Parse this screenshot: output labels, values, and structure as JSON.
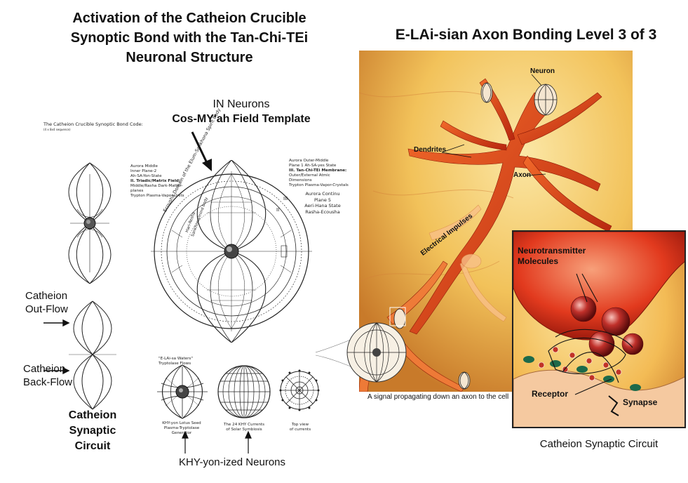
{
  "titles": {
    "main_line1": "Activation of the Catheion Crucible",
    "main_line2": "Synoptic Bond with the Tan-Chi-TEi",
    "main_line3": "Neuronal Structure",
    "right": "E-LAi-sian Axon Bonding Level 3 of 3"
  },
  "bond_code": {
    "title": "The Catheion Crucible Synoptic Bond Code:",
    "subtitle": "(4 x 8x4 sequence)"
  },
  "in_neurons": {
    "line1": "IN Neurons",
    "line2": "Cos-MY'ah Field Template"
  },
  "field_notes": {
    "left": [
      "Aurora Middle",
      "Inner Plane-2",
      "Ah-SA-Yon-State",
      "II. Triadic/Matrix Field:",
      "Middle/Rasha Dark-Matter-planes",
      "Trypton Plasma-Vapor-Units"
    ],
    "right_top": [
      "Aurora Outer-Middle",
      "Plane 1 Ah-SA-yes State",
      "III. Tan-Chi-TEi Membrane:",
      "Outer/External Atmic Dimensions",
      "Trypton Plasma-Vapor-Crystals"
    ],
    "right_mid": [
      "Aurora Continu",
      "Plane 5",
      "Aeri-Hana State",
      "Rasha-Ecousha"
    ],
    "arc_text": "Ecousha Domain of the Elum-Sankhona Spirit Body",
    "arc_small": [
      "Hari-Resha",
      "Sankhona/mind body"
    ],
    "roman_three": "III",
    "roman_two": "II"
  },
  "left_labels": {
    "outflow_1": "Catheion",
    "outflow_2": "Out-Flow",
    "backflow_1": "Catheion",
    "backflow_2": "Back-Flow",
    "circuit_1": "Catheion",
    "circuit_2": "Synaptic",
    "circuit_3": "Circuit"
  },
  "bottom_row": {
    "top_note_1": "\"E-LAi-sa Waters\"",
    "top_note_2": "Tryptolase Flows",
    "cap1": [
      "KHY-yon Lotus Seed",
      "Plasma-Tryptolase",
      "Generator"
    ],
    "cap2": [
      "The 24 KHY Currents",
      "of Solar Symbiosis"
    ],
    "cap3": [
      "Top view",
      "of currents"
    ],
    "label": "KHY-yon-ized Neurons"
  },
  "photo": {
    "neuron": "Neuron",
    "dendrites": "Dendrites",
    "axon": "Axon",
    "impulses": "Electrical Impulses",
    "caption": "A signal propagating down an axon to the cell"
  },
  "inset": {
    "nt1": "Neurotransmitter",
    "nt2": "Molecules",
    "receptor": "Receptor",
    "synapse": "Synapse",
    "caption": "Catheion Synaptic Circuit"
  }
}
